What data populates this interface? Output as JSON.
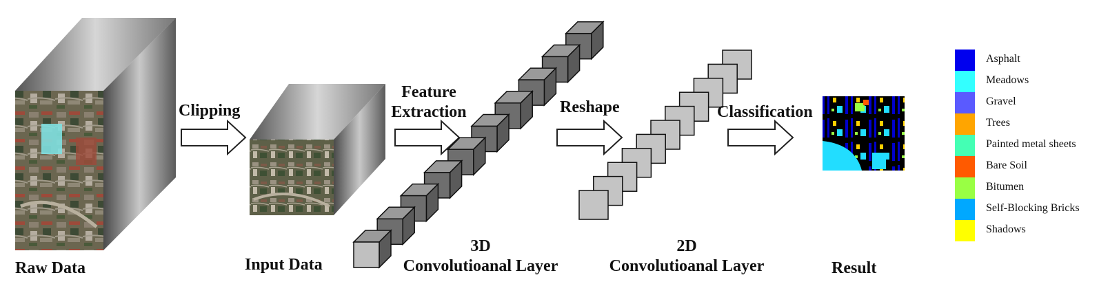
{
  "labels": {
    "raw_data": "Raw Data",
    "clipping": "Clipping",
    "input_data": "Input Data",
    "feature_line1": "Feature",
    "feature_line2": "Extraction",
    "conv3d_line1": "3D",
    "conv3d_line2": "Convolutioanal Layer",
    "reshape": "Reshape",
    "conv2d_line1": "2D",
    "conv2d_line2": "Convolutioanal Layer",
    "classification": "Classification",
    "result": "Result"
  },
  "legend": [
    {
      "label": "Asphalt",
      "color": "#0000ee"
    },
    {
      "label": "Meadows",
      "color": "#33ffff"
    },
    {
      "label": "Gravel",
      "color": "#5a5aff"
    },
    {
      "label": "Trees",
      "color": "#ffa500"
    },
    {
      "label": "Painted metal sheets",
      "color": "#44ffb4"
    },
    {
      "label": "Bare Soil",
      "color": "#ff5a00"
    },
    {
      "label": "Bitumen",
      "color": "#99ff44"
    },
    {
      "label": "Self-Blocking Bricks",
      "color": "#00a8ff"
    },
    {
      "label": "Shadows",
      "color": "#ffff00"
    }
  ]
}
